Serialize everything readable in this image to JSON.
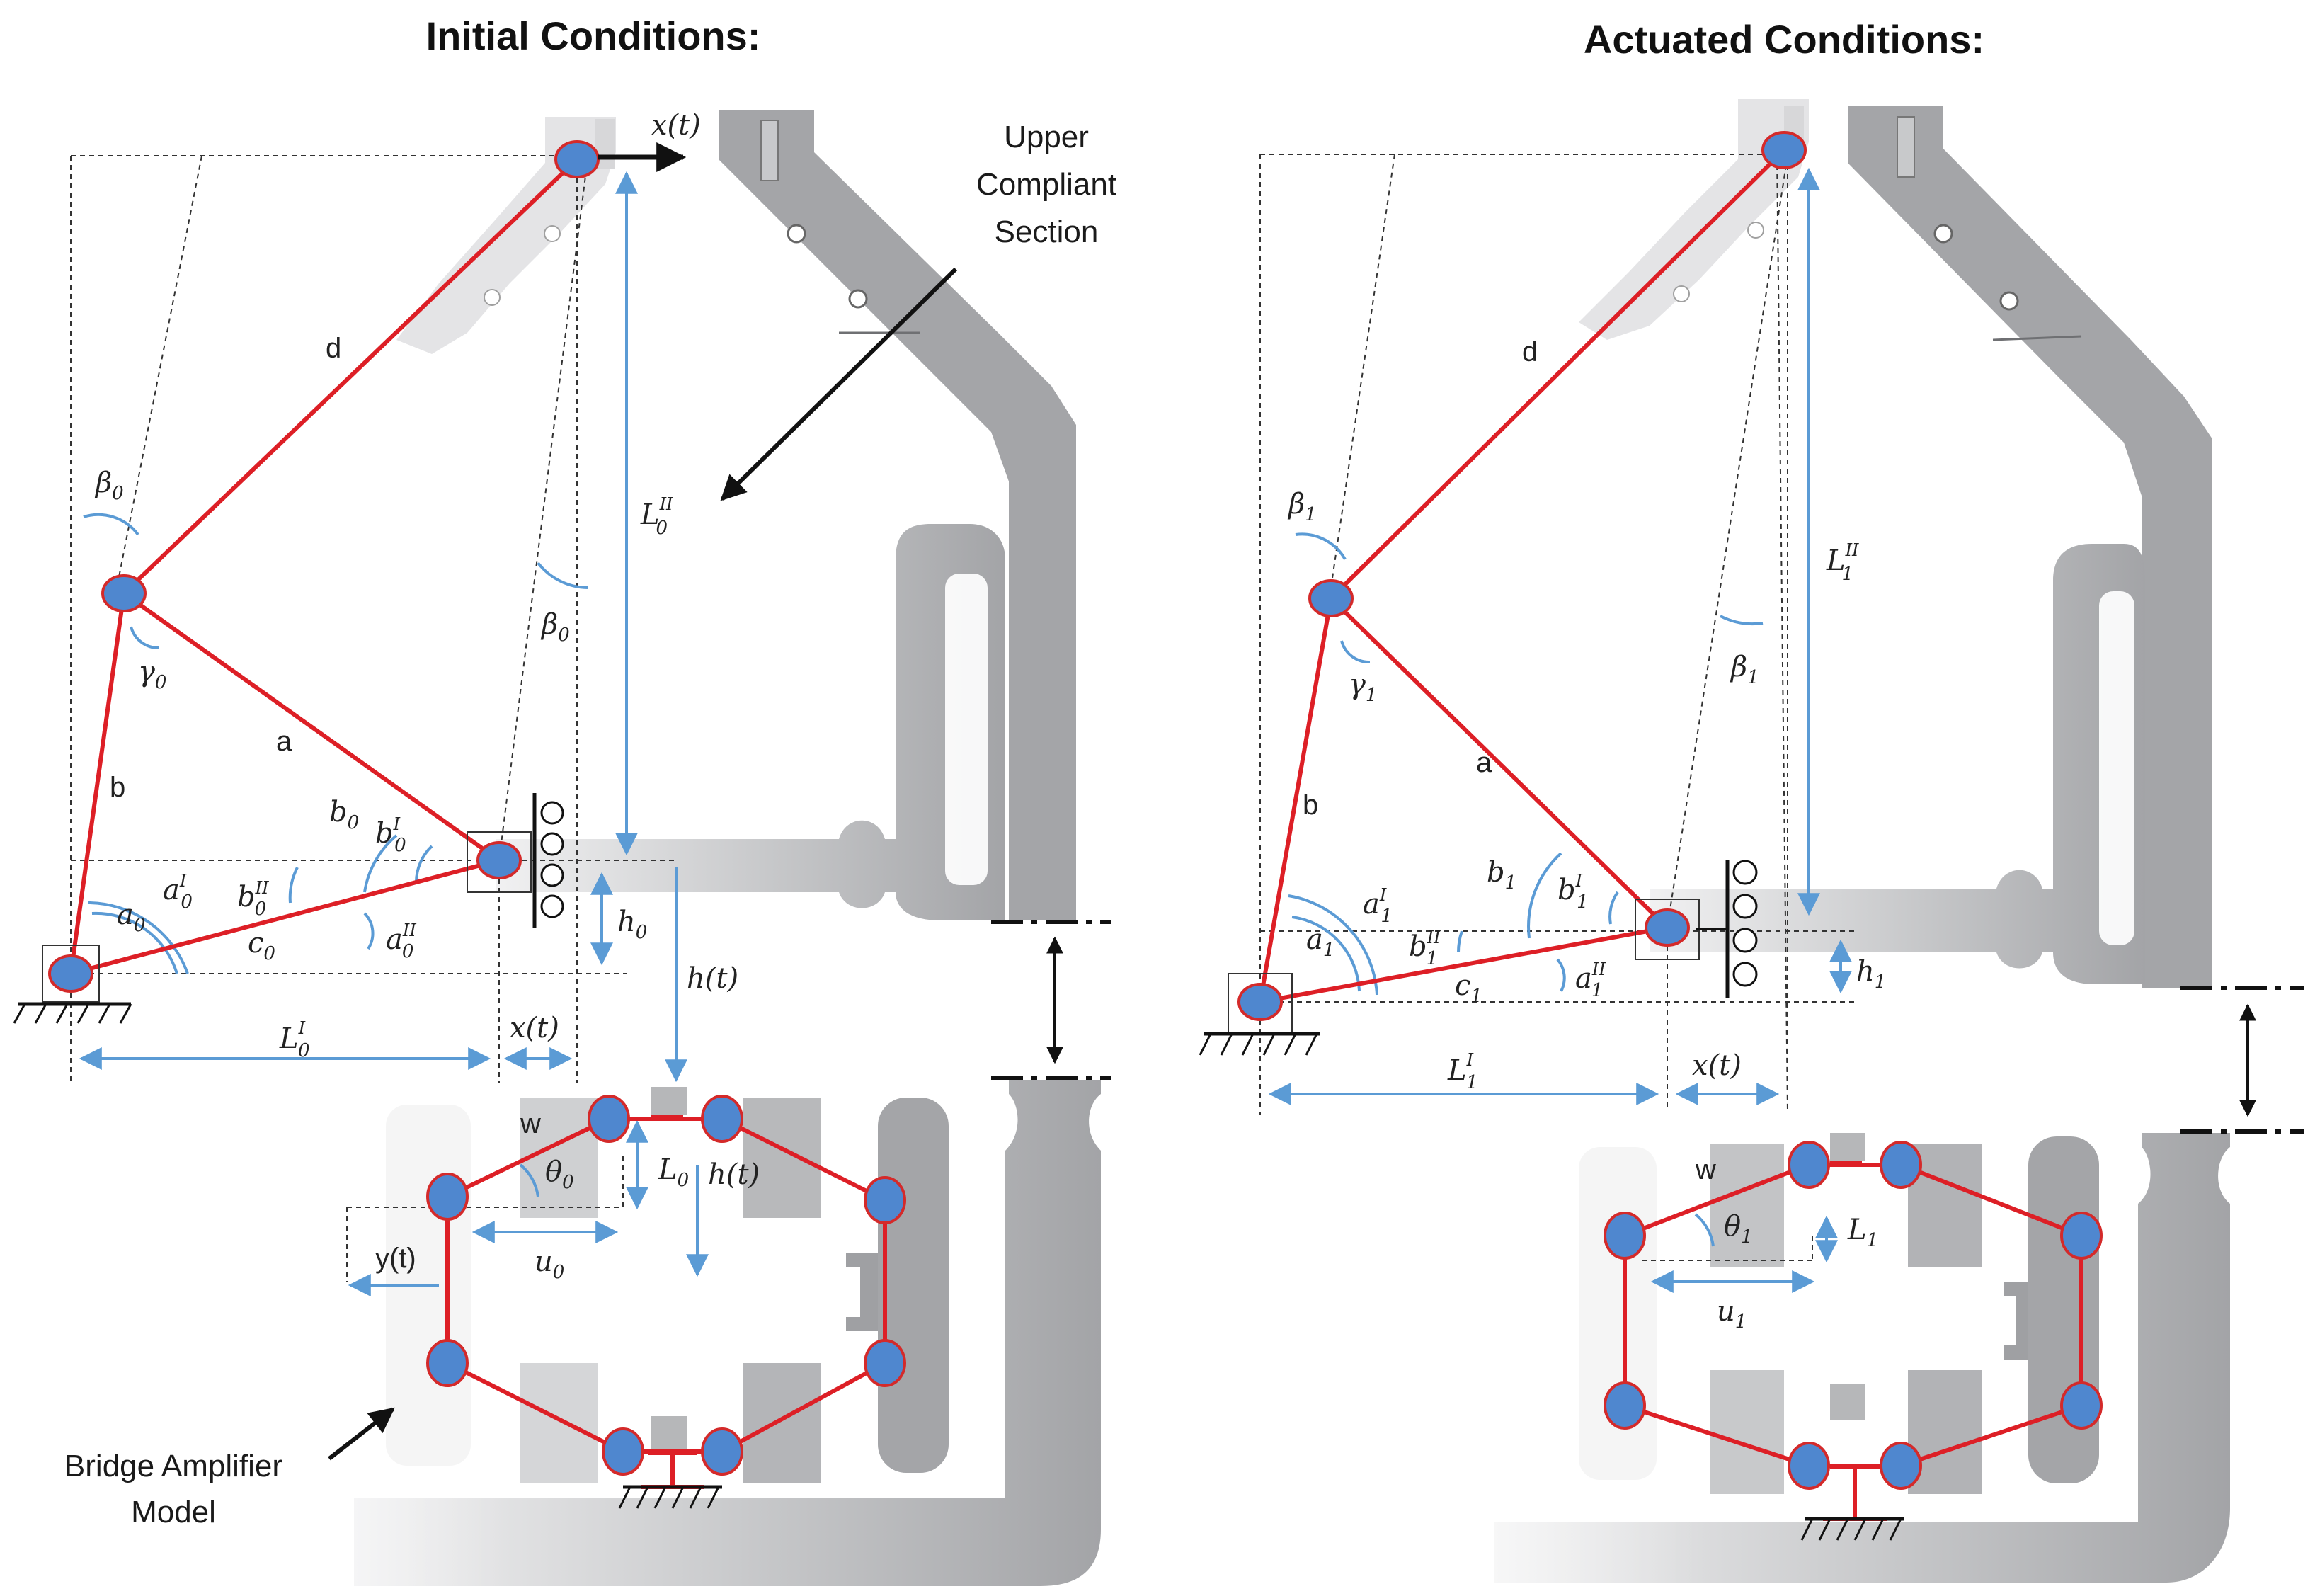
{
  "colors": {
    "link": "#dd1f26",
    "joint_fill": "#4f87cf",
    "joint_edge": "#d42a2a",
    "dimension": "#5b9bd5",
    "dashed": "#333333",
    "frame": "#9c9ea1"
  },
  "titles": {
    "initial": "Initial Conditions:",
    "actuated": "Actuated Conditions:"
  },
  "annotations": {
    "upper_compliant": [
      "Upper",
      "Compliant",
      "Section"
    ],
    "bridge_amplifier": [
      "Bridge Amplifier",
      "Model"
    ]
  },
  "initial": {
    "x_top": "x(t)",
    "d": "d",
    "a": "a",
    "b": "b",
    "beta_left": {
      "base": "β",
      "sub": "0"
    },
    "beta_right": {
      "base": "β",
      "sub": "0"
    },
    "gamma": {
      "base": "γ",
      "sub": "0"
    },
    "L_II": {
      "base": "L",
      "sub": "0",
      "sup": "II"
    },
    "b0": {
      "base": "b",
      "sub": "0"
    },
    "bI": {
      "base": "b",
      "sub": "0",
      "sup": "I"
    },
    "bII": {
      "base": "b",
      "sub": "0",
      "sup": "II"
    },
    "aI": {
      "base": "a",
      "sub": "0",
      "sup": "I"
    },
    "a0": {
      "base": "a",
      "sub": "0"
    },
    "aII": {
      "base": "a",
      "sub": "0",
      "sup": "II"
    },
    "c": {
      "base": "c",
      "sub": "0"
    },
    "h": {
      "base": "h",
      "sub": "0"
    },
    "h_t": "h(t)",
    "L_I": {
      "base": "L",
      "sub": "0",
      "sup": "I"
    },
    "x_bottom": "x(t)",
    "w": "w",
    "theta": {
      "base": "θ",
      "sub": "0"
    },
    "L_bridge": {
      "base": "L",
      "sub": "0"
    },
    "h_t_bridge": "h(t)",
    "y_t": "y(t)",
    "u": {
      "base": "u",
      "sub": "0"
    }
  },
  "actuated": {
    "d": "d",
    "a": "a",
    "b": "b",
    "beta_left": {
      "base": "β",
      "sub": "1"
    },
    "beta_right": {
      "base": "β",
      "sub": "1"
    },
    "gamma": {
      "base": "γ",
      "sub": "1"
    },
    "L_II": {
      "base": "L",
      "sub": "1",
      "sup": "II"
    },
    "b1": {
      "base": "b",
      "sub": "1"
    },
    "bI": {
      "base": "b",
      "sub": "1",
      "sup": "I"
    },
    "bII": {
      "base": "b",
      "sub": "1",
      "sup": "II"
    },
    "aI": {
      "base": "a",
      "sub": "1",
      "sup": "I"
    },
    "a1": {
      "base": "a",
      "sub": "1"
    },
    "aII": {
      "base": "a",
      "sub": "1",
      "sup": "II"
    },
    "c": {
      "base": "c",
      "sub": "1"
    },
    "h": {
      "base": "h",
      "sub": "1"
    },
    "L_I": {
      "base": "L",
      "sub": "1",
      "sup": "I"
    },
    "x_bottom": "x(t)",
    "w": "w",
    "theta": {
      "base": "θ",
      "sub": "1"
    },
    "L_bridge": {
      "base": "L",
      "sub": "1"
    },
    "u": {
      "base": "u",
      "sub": "1"
    }
  }
}
